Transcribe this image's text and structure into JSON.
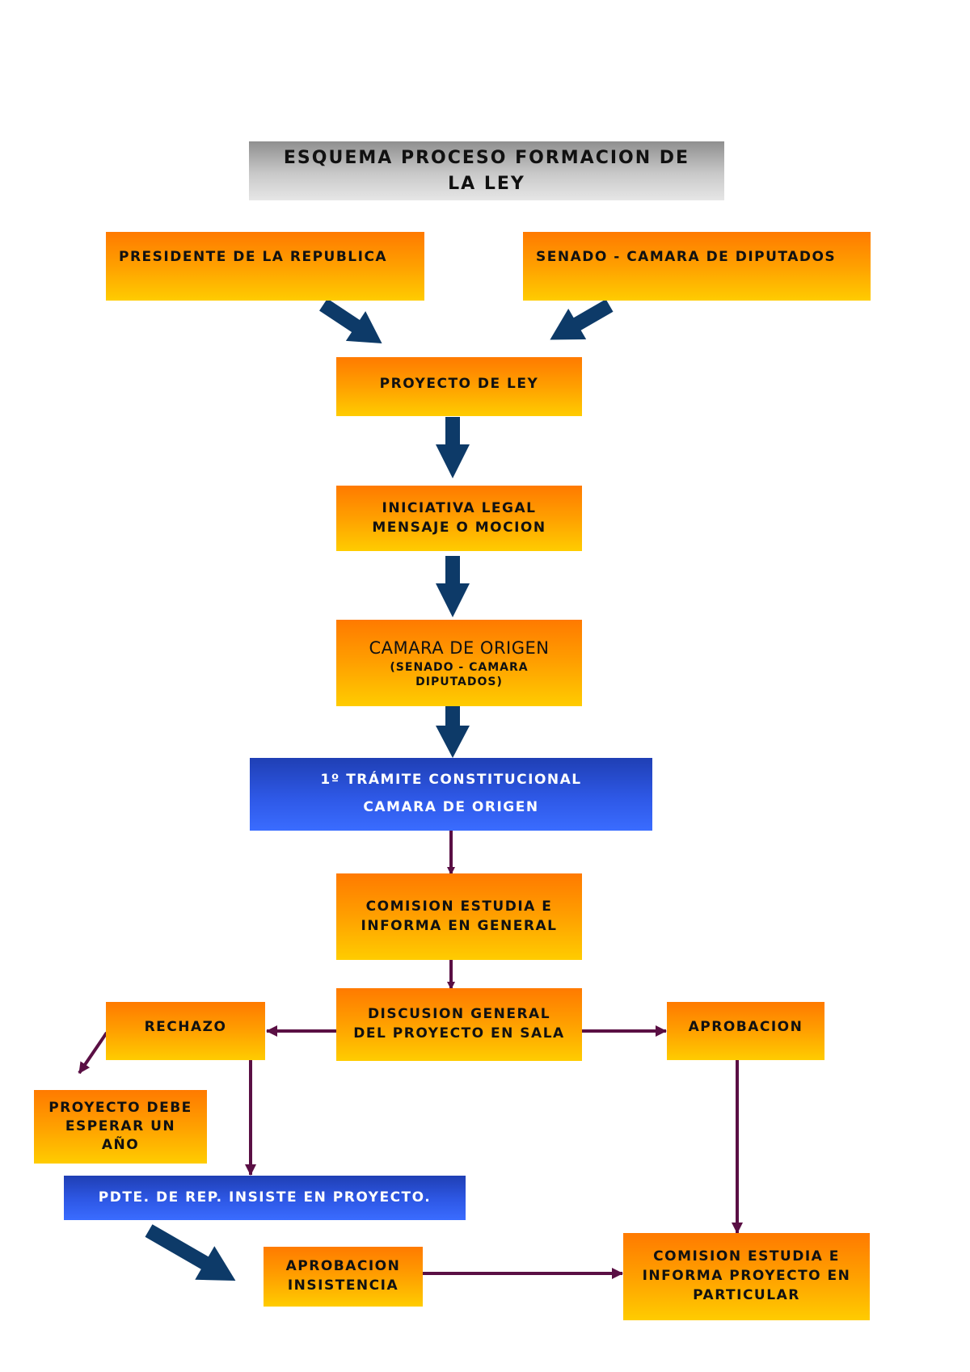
{
  "title": {
    "line1": "ESQUEMA PROCESO FORMACION DE",
    "line2": "LA LEY"
  },
  "nodes": {
    "presidente": "PRESIDENTE DE LA REPUBLICA",
    "senado": "SENADO - CAMARA DE DIPUTADOS",
    "proyecto": "PROYECTO DE LEY",
    "iniciativa": {
      "line1": "INICIATIVA LEGAL",
      "line2": "MENSAJE O MOCION"
    },
    "camara_origen": {
      "main": "CAMARA DE ORIGEN",
      "sub1": "(SENADO - CAMARA",
      "sub2": "DIPUTADOS)"
    },
    "tramite": {
      "line1": "1º TRÁMITE CONSTITUCIONAL",
      "line2": "CAMARA DE ORIGEN"
    },
    "comision_general": {
      "line1": "COMISION ESTUDIA E",
      "line2": "INFORMA EN GENERAL"
    },
    "discusion": {
      "line1": "DISCUSION GENERAL",
      "line2": "DEL PROYECTO EN SALA"
    },
    "rechazo": "RECHAZO",
    "aprobacion": "APROBACION",
    "esperar": {
      "line1": "PROYECTO DEBE",
      "line2": "ESPERAR UN",
      "line3": "AÑO"
    },
    "insiste": "PDTE. DE REP. INSISTE EN PROYECTO.",
    "aprobacion_insistencia": {
      "line1": "APROBACION",
      "line2": "INSISTENCIA"
    },
    "comision_particular": {
      "line1": "COMISION ESTUDIA E",
      "line2": "INFORMA PROYECTO EN",
      "line3": "PARTICULAR"
    }
  },
  "colors": {
    "orange_top": "#ff7a00",
    "orange_bottom": "#ffcc00",
    "blue_box": "#2e58e6",
    "gray_title": "#b4b4b4",
    "navy_arrow": "#0d3a68",
    "maroon_arrow": "#5a0f44"
  }
}
